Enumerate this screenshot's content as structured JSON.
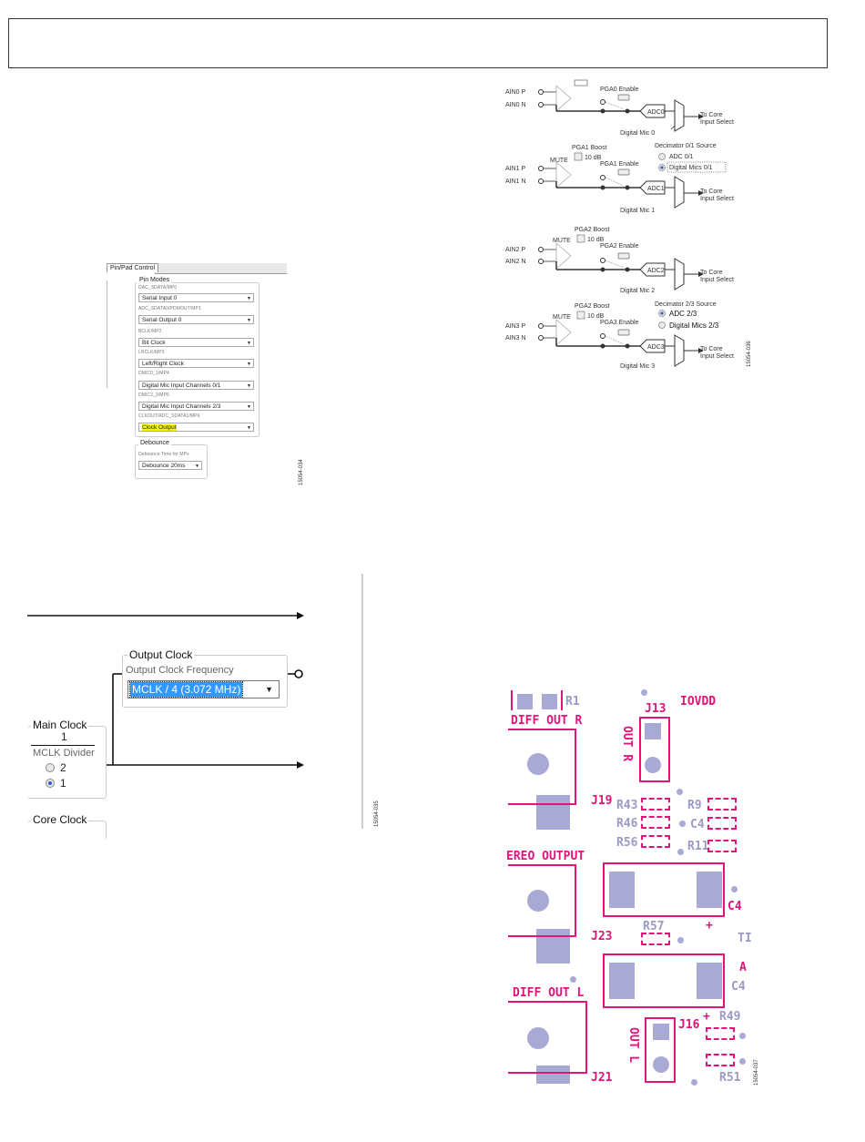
{
  "figure_ids": {
    "fig34": "15054-034",
    "fig35": "15054-035",
    "fig36": "15054-036",
    "fig37": "15054-037"
  },
  "pin_pad": {
    "tab_label": "Pin/Pad Control",
    "pin_modes_title": "Pin Modes",
    "fields": [
      {
        "label": "DAC_SDATA/MP0",
        "value": "Serial Input 0"
      },
      {
        "label": "ADC_SDATA0/PDMOUT/MP1",
        "value": "Serial Output 0"
      },
      {
        "label": "BCLK/MP2",
        "value": "Bit Clock"
      },
      {
        "label": "LRCLK/MP3",
        "value": "Left/Right Clock"
      },
      {
        "label": "DMIC0_1/MP4",
        "value": "Digital Mic Input Channels 0/1"
      },
      {
        "label": "DMIC2_3/MP5",
        "value": "Digital Mic Input Channels 2/3"
      },
      {
        "label": "CLKOUT/ADC_SDATA1/MP6",
        "value": "Clock Output"
      }
    ],
    "debounce_title": "Debounce",
    "debounce_label": "Debounce Time for MPx",
    "debounce_value": "Debounce 20ms"
  },
  "adc_diagram": {
    "channels": [
      {
        "p": "AIN0 P",
        "n": "AIN0 N",
        "enable": "PGA0 Enable",
        "adc": "ADC0",
        "mic": "Digital Mic 0",
        "out": [
          "To Core",
          "Input Select"
        ]
      },
      {
        "p": "AIN1 P",
        "n": "AIN1 N",
        "boost": "PGA1 Boost",
        "enable": "PGA1 Enable",
        "adc": "ADC1",
        "mic": "Digital Mic 1",
        "out": [
          "To Core",
          "Input Select"
        ]
      },
      {
        "p": "AIN2 P",
        "n": "AIN2 N",
        "boost": "PGA2 Boost",
        "enable": "PGA2 Enable",
        "adc": "ADC2",
        "mic": "Digital Mic 2",
        "out": [
          "To Core",
          "Input Select"
        ]
      },
      {
        "p": "AIN3 P",
        "n": "AIN3 N",
        "boost": "PGA2 Boost",
        "enable": "PGA3 Enable",
        "adc": "ADC3",
        "mic": "Digital Mic 3",
        "out": [
          "To Core",
          "Input Select"
        ]
      }
    ],
    "mute": "MUTE",
    "boost_value": "10 dB",
    "dec01": {
      "title": "Decimator 0/1 Source",
      "opt1": "ADC 0/1",
      "opt2": "Digital Mics 0/1"
    },
    "dec23": {
      "title": "Decimator 2/3 Source",
      "opt1": "ADC 2/3",
      "opt2": "Digital Mics 2/3"
    }
  },
  "clock": {
    "output_clock_title": "Output Clock",
    "output_clock_freq_label": "Output Clock Frequency",
    "output_clock_value": "MCLK / 4 (3.072 MHz)",
    "main_clock_title": "Main Clock",
    "mclk_value": "1",
    "mclk_divider_label": "MCLK Divider",
    "radio_2": "2",
    "radio_1": "1",
    "core_clock_title": "Core Clock"
  },
  "pcb": {
    "r1": "R1",
    "j13": "J13",
    "iovdd": "IOVDD",
    "diff_out_r": "DIFF OUT R",
    "out_r": "OUT R",
    "j19": "J19",
    "r43": "R43",
    "r46": "R46",
    "r56": "R56",
    "r9": "R9",
    "c4a": "C4",
    "r11": "R11",
    "stereo_output": "EREO OUTPUT",
    "c4b": "C4",
    "r57": "R57",
    "plus1": "+",
    "ti": "TI",
    "j23": "J23",
    "a": "A",
    "c4c": "C4",
    "diff_out_l": "DIFF OUT L",
    "plus2": "+",
    "r49": "R49",
    "j16": "J16",
    "out_l": "OUT L",
    "r51": "R51",
    "j21": "J21"
  }
}
